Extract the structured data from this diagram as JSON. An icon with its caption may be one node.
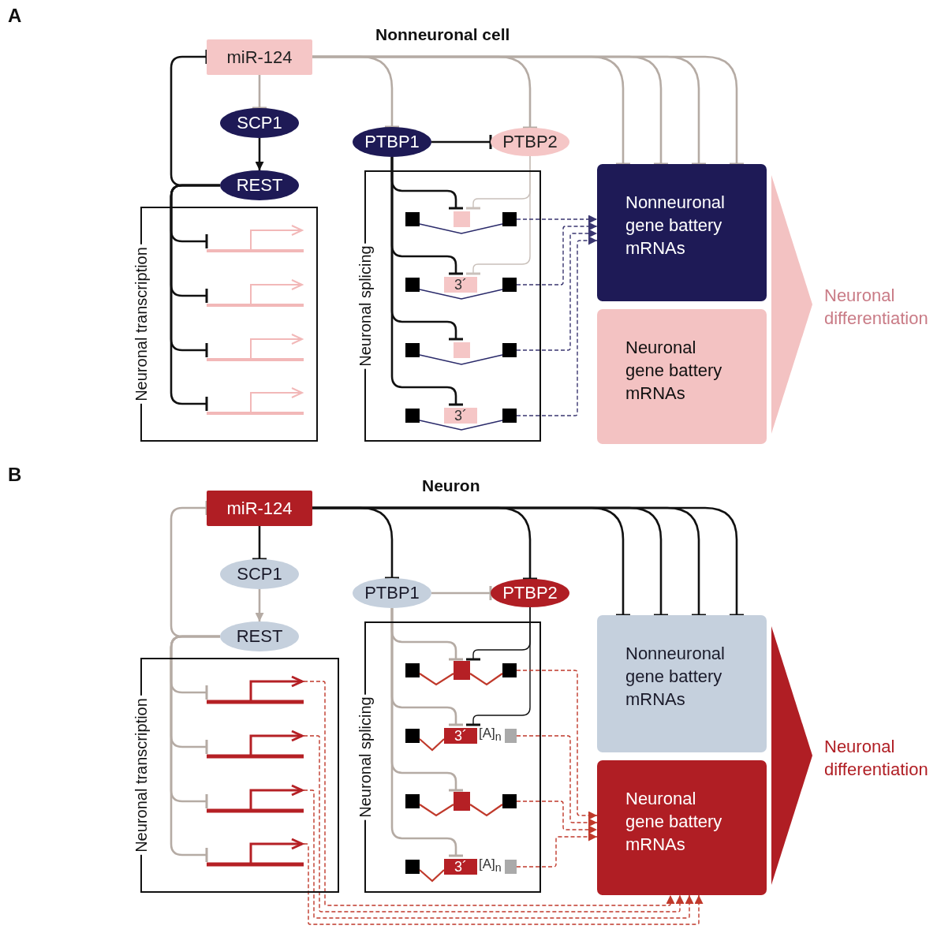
{
  "diagram": {
    "nodes": [
      {
        "text": [
          "miR-124"
        ]
      },
      {
        "text": [
          "SCP1"
        ]
      },
      {
        "text": [
          "PTBP1"
        ]
      },
      {
        "text": [
          "PTBP2"
        ]
      },
      {
        "text": [
          "REST"
        ]
      },
      {
        "text": [
          "Neuronal transcription"
        ]
      },
      {
        "text": [],
        "shape": "gene",
        "in": 5
      },
      {
        "text": [],
        "shape": "gene",
        "in": 5
      },
      {
        "text": [],
        "shape": "gene",
        "in": 5
      },
      {
        "text": [],
        "shape": "gene",
        "in": 5
      },
      {
        "text": [
          "Neuronal splicing"
        ]
      },
      {
        "text": [],
        "shape": "gene",
        "in": 10
      },
      {
        "text": [
          "3´"
        ],
        "in": 10
      },
      {
        "text": [],
        "shape": "gene",
        "in": 10
      },
      {
        "text": [
          "3´"
        ],
        "in": 10
      },
      {
        "text": [
          "Nonneuronal gene battery mRNAs"
        ]
      },
      {
        "text": [
          "Neuronal gene battery mRNAs"
        ]
      },
      {
        "text": [],
        "shape": "arrow",
        "beside": [
          "Neuronal differentiation"
        ]
      },
      {
        "text": [
          "miR-124"
        ]
      },
      {
        "text": [
          "SCP1"
        ]
      },
      {
        "text": [
          "PTBP1"
        ]
      },
      {
        "text": [
          "PTBP2"
        ]
      },
      {
        "text": [
          "REST"
        ]
      },
      {
        "text": [
          "Neuronal transcription"
        ]
      },
      {
        "text": [],
        "shape": "gene",
        "in": 23
      },
      {
        "text": [],
        "shape": "gene",
        "in": 23
      },
      {
        "text": [],
        "shape": "gene",
        "in": 23
      },
      {
        "text": [],
        "shape": "gene",
        "in": 23
      },
      {
        "text": [
          "Neuronal splicing"
        ]
      },
      {
        "text": [],
        "shape": "gene",
        "in": 28
      },
      {
        "text": [
          "3´",
          "[A]$_{n}$"
        ],
        "in": 28
      },
      {
        "text": [],
        "shape": "gene",
        "in": 28
      },
      {
        "text": [
          "3´",
          "[A]$_{n}$"
        ],
        "in": 28
      },
      {
        "text": [
          "Nonneuronal gene battery mRNAs"
        ]
      },
      {
        "text": [
          "Neuronal gene battery mRNAs"
        ]
      },
      {
        "text": [],
        "shape": "arrow",
        "beside": [
          "Neuronal differentiation"
        ]
      }
    ],
    "edges": [
      {
        "from": 0,
        "to": 1,
        "arrow": "other",
        "color": "#b5aba4"
      },
      {
        "from": 1,
        "to": 4,
        "arrow": "to"
      },
      {
        "from": 4,
        "to": 0,
        "arrow": "other"
      },
      {
        "from": 4,
        "to": 6,
        "arrow": "other"
      },
      {
        "from": 4,
        "to": 7,
        "arrow": "other"
      },
      {
        "from": 4,
        "to": 8,
        "arrow": "other"
      },
      {
        "from": 4,
        "to": 9,
        "arrow": "other"
      },
      {
        "from": 0,
        "to": 2,
        "arrow": "other",
        "color": "#b5aba4"
      },
      {
        "from": 0,
        "to": 3,
        "arrow": "other",
        "color": "#b5aba4"
      },
      {
        "from": 2,
        "to": 3,
        "arrow": "other"
      },
      {
        "from": 2,
        "to": 11,
        "arrow": "other"
      },
      {
        "from": 2,
        "to": 12,
        "arrow": "other"
      },
      {
        "from": 2,
        "to": 13,
        "arrow": "other"
      },
      {
        "from": 2,
        "to": 14,
        "arrow": "other"
      },
      {
        "from": 3,
        "to": 11,
        "arrow": "other",
        "color": "#c9c0ba"
      },
      {
        "from": 3,
        "to": 12,
        "arrow": "other",
        "color": "#c9c0ba"
      },
      {
        "from": 0,
        "to": 15,
        "arrow": "other",
        "color": "#b5aba4"
      },
      {
        "from": 0,
        "to": 15,
        "arrow": "other",
        "color": "#b5aba4"
      },
      {
        "from": 0,
        "to": 15,
        "arrow": "other",
        "color": "#b5aba4"
      },
      {
        "from": 0,
        "to": 15,
        "arrow": "other",
        "color": "#b5aba4"
      },
      {
        "from": 11,
        "to": 15,
        "arrow": "to",
        "style": "dashed",
        "color": "#3a3670"
      },
      {
        "from": 12,
        "to": 15,
        "arrow": "to",
        "style": "dashed",
        "color": "#3a3670"
      },
      {
        "from": 13,
        "to": 15,
        "arrow": "to",
        "style": "dashed",
        "color": "#3a3670"
      },
      {
        "from": 14,
        "to": 15,
        "arrow": "to",
        "style": "dashed",
        "color": "#3a3670"
      },
      {
        "from": 18,
        "to": 19,
        "arrow": "other"
      },
      {
        "from": 19,
        "to": 22,
        "arrow": "to",
        "color": "#b5aba4"
      },
      {
        "from": 22,
        "to": 18,
        "arrow": "other",
        "color": "#b5aba4"
      },
      {
        "from": 22,
        "to": 24,
        "arrow": "other",
        "color": "#b5aba4"
      },
      {
        "from": 22,
        "to": 25,
        "arrow": "other",
        "color": "#b5aba4"
      },
      {
        "from": 22,
        "to": 26,
        "arrow": "other",
        "color": "#b5aba4"
      },
      {
        "from": 22,
        "to": 27,
        "arrow": "other",
        "color": "#b5aba4"
      },
      {
        "from": 18,
        "to": 20,
        "arrow": "other"
      },
      {
        "from": 18,
        "to": 21,
        "arrow": "other"
      },
      {
        "from": 20,
        "to": 21,
        "arrow": "other",
        "color": "#b5aba4"
      },
      {
        "from": 20,
        "to": 29,
        "arrow": "other",
        "color": "#b5aba4"
      },
      {
        "from": 20,
        "to": 30,
        "arrow": "other",
        "color": "#b5aba4"
      },
      {
        "from": 20,
        "to": 31,
        "arrow": "other",
        "color": "#b5aba4"
      },
      {
        "from": 20,
        "to": 32,
        "arrow": "other",
        "color": "#b5aba4"
      },
      {
        "from": 21,
        "to": 29,
        "arrow": "other"
      },
      {
        "from": 21,
        "to": 30,
        "arrow": "other"
      },
      {
        "from": 18,
        "to": 33,
        "arrow": "other"
      },
      {
        "from": 18,
        "to": 33,
        "arrow": "other"
      },
      {
        "from": 18,
        "to": 33,
        "arrow": "other"
      },
      {
        "from": 18,
        "to": 33,
        "arrow": "other"
      },
      {
        "from": 29,
        "to": 34,
        "arrow": "to",
        "style": "dashed",
        "color": "#c0392b"
      },
      {
        "from": 30,
        "to": 34,
        "arrow": "to",
        "style": "dashed",
        "color": "#c0392b"
      },
      {
        "from": 31,
        "to": 34,
        "arrow": "to",
        "style": "dashed",
        "color": "#c0392b"
      },
      {
        "from": 32,
        "to": 34,
        "arrow": "to",
        "style": "dashed",
        "color": "#c0392b"
      },
      {
        "from": 24,
        "to": 34,
        "arrow": "to",
        "style": "dashed",
        "color": "#c0392b"
      },
      {
        "from": 25,
        "to": 34,
        "arrow": "to",
        "style": "dashed",
        "color": "#c0392b"
      },
      {
        "from": 26,
        "to": 34,
        "arrow": "to",
        "style": "dashed",
        "color": "#c0392b"
      },
      {
        "from": 27,
        "to": 34,
        "arrow": "to",
        "style": "dashed",
        "color": "#c0392b"
      }
    ],
    "labels": [
      "A",
      "Nonneuronal cell",
      "B",
      "Neuron"
    ]
  }
}
